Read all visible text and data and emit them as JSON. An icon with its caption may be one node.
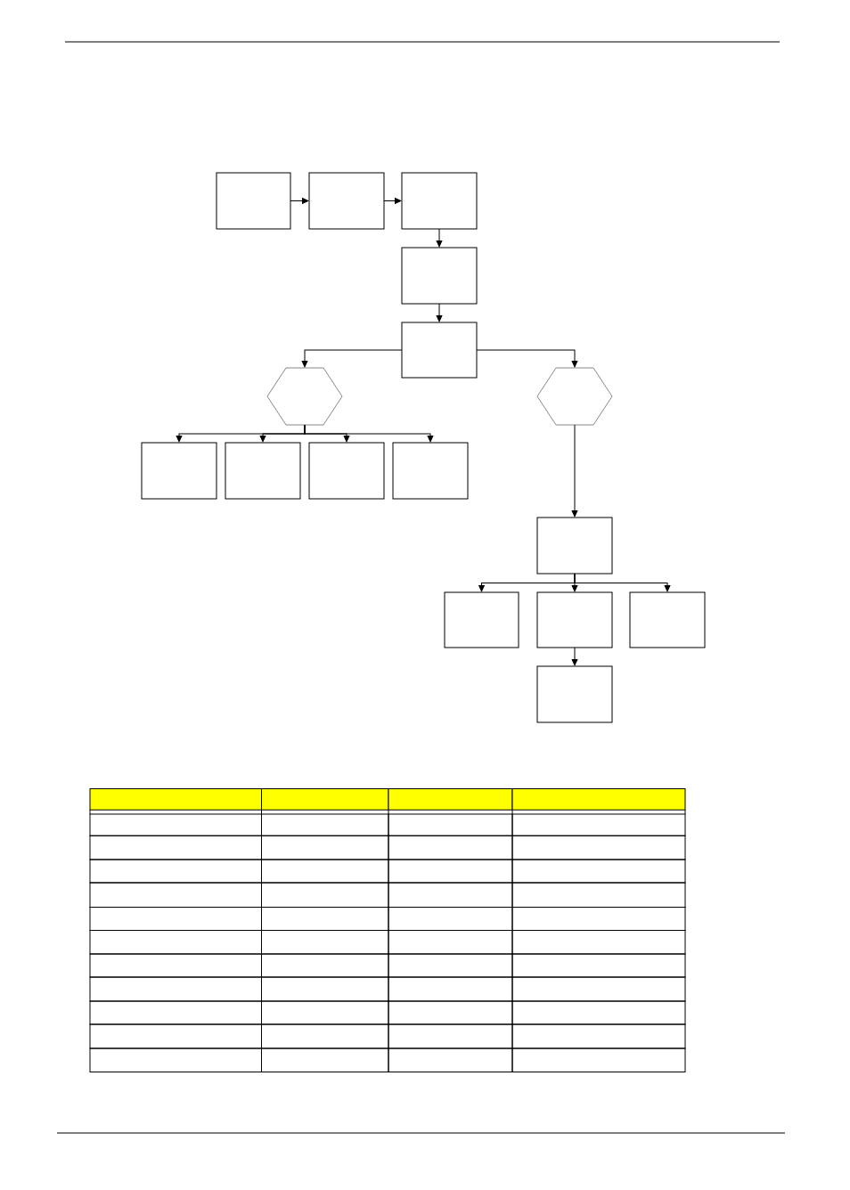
{
  "diagram": {
    "nodes": [
      {
        "text": [],
        "shape": "box"
      },
      {
        "text": [],
        "shape": "box"
      },
      {
        "text": [],
        "shape": "box"
      },
      {
        "text": [],
        "shape": "box"
      },
      {
        "text": [],
        "shape": "box"
      },
      {
        "text": [],
        "shape": "hexagon"
      },
      {
        "text": [],
        "shape": "hexagon"
      },
      {
        "text": [],
        "shape": "box"
      },
      {
        "text": [],
        "shape": "box"
      },
      {
        "text": [],
        "shape": "box"
      },
      {
        "text": [],
        "shape": "box"
      },
      {
        "text": [],
        "shape": "box"
      },
      {
        "text": [],
        "shape": "box"
      },
      {
        "text": [],
        "shape": "box"
      },
      {
        "text": [],
        "shape": "box"
      },
      {
        "text": [],
        "shape": "box"
      }
    ],
    "edges": [
      {
        "from": 0,
        "to": 1,
        "arrow": "to"
      },
      {
        "from": 1,
        "to": 2,
        "arrow": "to"
      },
      {
        "from": 2,
        "to": 3,
        "arrow": "to"
      },
      {
        "from": 3,
        "to": 4,
        "arrow": "to"
      },
      {
        "from": 4,
        "to": 5,
        "arrow": "to"
      },
      {
        "from": 4,
        "to": 6,
        "arrow": "to"
      },
      {
        "from": 5,
        "to": 7,
        "arrow": "to"
      },
      {
        "from": 5,
        "to": 8,
        "arrow": "to"
      },
      {
        "from": 5,
        "to": 9,
        "arrow": "to"
      },
      {
        "from": 5,
        "to": 10,
        "arrow": "to"
      },
      {
        "from": 6,
        "to": 11,
        "arrow": "to"
      },
      {
        "from": 11,
        "to": 12,
        "arrow": "to"
      },
      {
        "from": 11,
        "to": 13,
        "arrow": "to"
      },
      {
        "from": 11,
        "to": 14,
        "arrow": "to"
      },
      {
        "from": 13,
        "to": 15,
        "arrow": "to"
      }
    ]
  }
}
